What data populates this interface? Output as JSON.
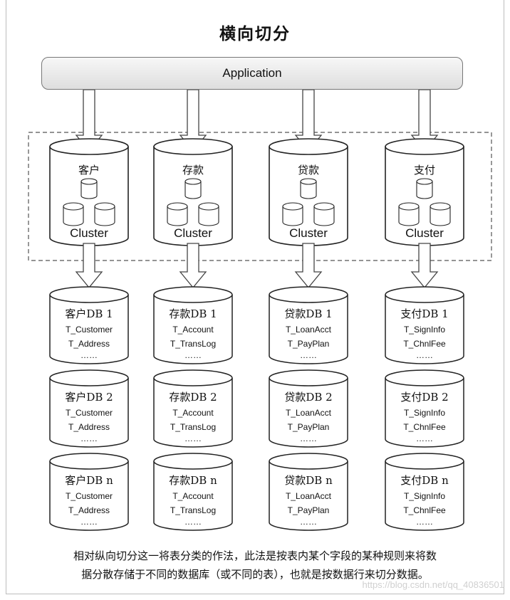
{
  "title": "横向切分",
  "application": "Application",
  "clusters": [
    {
      "name": "客户",
      "label": "Cluster"
    },
    {
      "name": "存款",
      "label": "Cluster"
    },
    {
      "name": "贷款",
      "label": "Cluster"
    },
    {
      "name": "支付",
      "label": "Cluster"
    }
  ],
  "databases": [
    [
      {
        "name": "客户DB 1",
        "t1": "T_Customer",
        "t2": "T_Address",
        "more": "……"
      },
      {
        "name": "客户DB 2",
        "t1": "T_Customer",
        "t2": "T_Address",
        "more": "……"
      },
      {
        "name": "客户DB n",
        "t1": "T_Customer",
        "t2": "T_Address",
        "more": "……"
      }
    ],
    [
      {
        "name": "存款DB 1",
        "t1": "T_Account",
        "t2": "T_TransLog",
        "more": "……"
      },
      {
        "name": "存款DB 2",
        "t1": "T_Account",
        "t2": "T_TransLog",
        "more": "……"
      },
      {
        "name": "存款DB n",
        "t1": "T_Account",
        "t2": "T_TransLog",
        "more": "……"
      }
    ],
    [
      {
        "name": "贷款DB 1",
        "t1": "T_LoanAcct",
        "t2": "T_PayPlan",
        "more": "……"
      },
      {
        "name": "贷款DB 2",
        "t1": "T_LoanAcct",
        "t2": "T_PayPlan",
        "more": "……"
      },
      {
        "name": "贷款DB n",
        "t1": "T_LoanAcct",
        "t2": "T_PayPlan",
        "more": "……"
      }
    ],
    [
      {
        "name": "支付DB 1",
        "t1": "T_SignInfo",
        "t2": "T_ChnlFee",
        "more": "……"
      },
      {
        "name": "支付DB 2",
        "t1": "T_SignInfo",
        "t2": "T_ChnlFee",
        "more": "……"
      },
      {
        "name": "支付DB n",
        "t1": "T_SignInfo",
        "t2": "T_ChnlFee",
        "more": "……"
      }
    ]
  ],
  "caption": {
    "line1": "相对纵向切分这一将表分类的作法，此法是按表内某个字段的某种规则来将数",
    "line2": "据分散存储于不同的数据库（或不同的表），也就是按数据行来切分数据。"
  },
  "watermark": "https://blog.csdn.net/qq_40836501"
}
